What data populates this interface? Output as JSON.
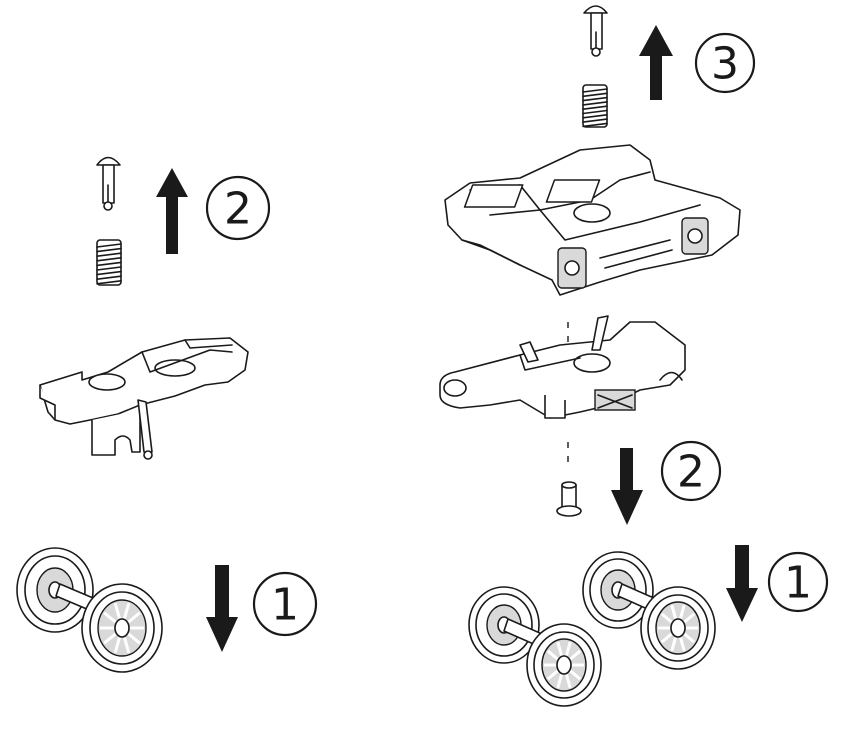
{
  "steps": {
    "left_wheels": "1",
    "left_pin": "2",
    "right_pin_upper": "3",
    "right_pin_lower": "2",
    "right_wheels": "1"
  },
  "colors": {
    "ink": "#1a1a1a",
    "fill": "#ffffff",
    "shade": "#d9d9d9"
  },
  "arrow_directions": {
    "left_pin_arrow": "up",
    "left_wheels_arrow": "down",
    "right_top_arrow": "up",
    "right_middle_arrow": "down",
    "right_wheels_arrow": "down"
  }
}
